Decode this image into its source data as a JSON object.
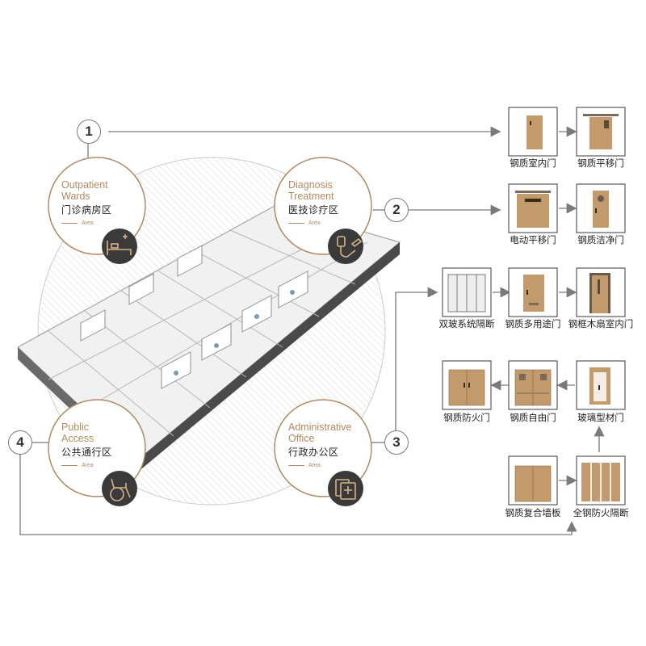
{
  "colors": {
    "accent": "#b08a62",
    "door_wood": "#c39a6b",
    "box_border": "#5a5a5a",
    "arrow": "#7a7a7a"
  },
  "areas": [
    {
      "id": 1,
      "number": "1",
      "title_line1": "Outpatient",
      "title_line2": "Wards",
      "title_cn": "门诊病房区",
      "sub": "Area",
      "icon": "hospital-bed-icon"
    },
    {
      "id": 2,
      "number": "2",
      "title_line1": "Diagnosis",
      "title_line2": "Treatment",
      "title_cn": "医技诊疗区",
      "sub": "Area",
      "icon": "iv-drip-icon"
    },
    {
      "id": 3,
      "number": "3",
      "title_line1": "Administrative",
      "title_line2": "Office",
      "title_cn": "行政办公区",
      "sub": "Area",
      "icon": "medical-documents-icon"
    },
    {
      "id": 4,
      "number": "4",
      "title_line1": "Public",
      "title_line2": "Access",
      "title_cn": "公共通行区",
      "sub": "Area",
      "icon": "wheelchair-icon"
    }
  ],
  "doors": {
    "row1": [
      "钢质室内门",
      "钢质平移门"
    ],
    "row2": [
      "电动平移门",
      "钢质洁净门"
    ],
    "row3": [
      "双玻系统隔断",
      "钢质多用途门",
      "钢框木扇室内门"
    ],
    "row4": [
      "钢质防火门",
      "钢质自由门",
      "玻璃型材门"
    ],
    "row5": [
      "钢质复合墙板",
      "全钢防火隔断"
    ]
  }
}
